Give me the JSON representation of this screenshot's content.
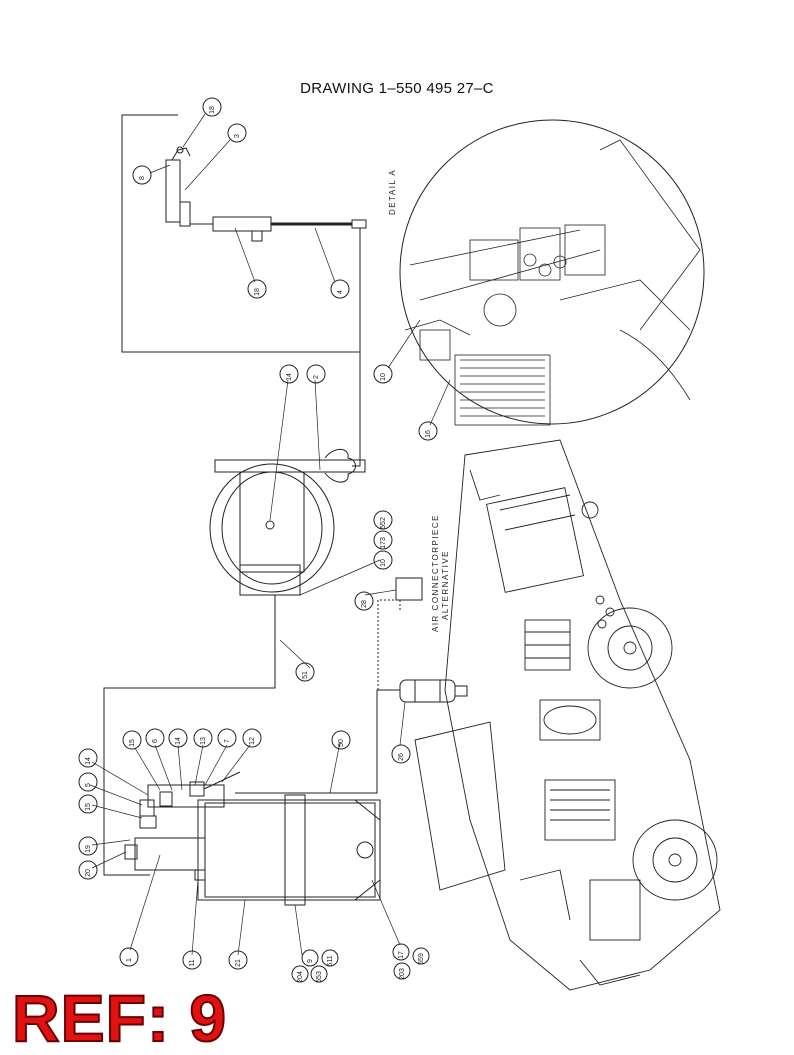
{
  "drawing_title": "DRAWING  1–550 495 27–C",
  "detail_label": "DETAIL A",
  "air_connector_label": "AIR CONNECTORPIECE",
  "alternative_label": "ALTERNATIVE",
  "ref_badge": "REF: 9",
  "callouts": [
    {
      "id": "c-18a",
      "label": "18"
    },
    {
      "id": "c-3",
      "label": "3"
    },
    {
      "id": "c-8",
      "label": "8"
    },
    {
      "id": "c-18b",
      "label": "18"
    },
    {
      "id": "c-4",
      "label": "4"
    },
    {
      "id": "c-10a",
      "label": "10"
    },
    {
      "id": "c-16",
      "label": "16"
    },
    {
      "id": "c-14a",
      "label": "14"
    },
    {
      "id": "c-2",
      "label": "2"
    },
    {
      "id": "c-10b",
      "label": "10"
    },
    {
      "id": "c-173",
      "label": "173"
    },
    {
      "id": "c-552",
      "label": "552"
    },
    {
      "id": "c-28",
      "label": "28"
    },
    {
      "id": "c-51",
      "label": "51"
    },
    {
      "id": "c-26",
      "label": "26"
    },
    {
      "id": "c-50",
      "label": "50"
    },
    {
      "id": "c-15a",
      "label": "15"
    },
    {
      "id": "c-6",
      "label": "6"
    },
    {
      "id": "c-14b",
      "label": "14"
    },
    {
      "id": "c-13",
      "label": "13"
    },
    {
      "id": "c-7",
      "label": "7"
    },
    {
      "id": "c-12",
      "label": "12"
    },
    {
      "id": "c-14c",
      "label": "14"
    },
    {
      "id": "c-5",
      "label": "5"
    },
    {
      "id": "c-15b",
      "label": "15"
    },
    {
      "id": "c-19",
      "label": "19"
    },
    {
      "id": "c-20",
      "label": "20"
    },
    {
      "id": "c-1",
      "label": "1"
    },
    {
      "id": "c-11",
      "label": "11"
    },
    {
      "id": "c-21",
      "label": "21"
    },
    {
      "id": "c-9",
      "label": "9"
    },
    {
      "id": "c-204",
      "label": "204"
    },
    {
      "id": "c-553",
      "label": "553"
    },
    {
      "id": "c-511",
      "label": "511"
    },
    {
      "id": "c-17",
      "label": "17"
    },
    {
      "id": "c-203",
      "label": "203"
    },
    {
      "id": "c-559",
      "label": "559"
    }
  ]
}
